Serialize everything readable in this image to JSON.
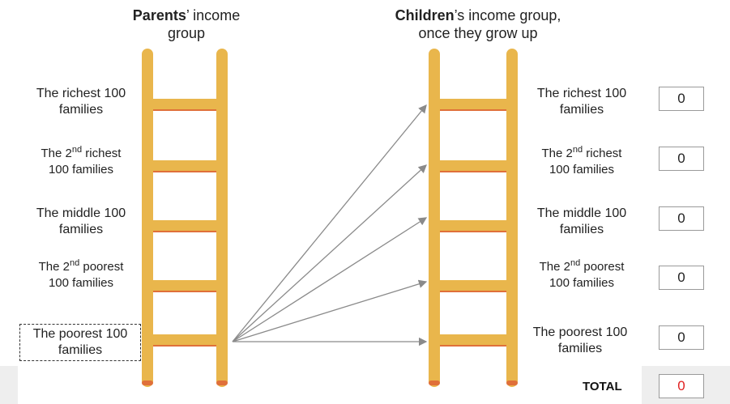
{
  "headings": {
    "parents": {
      "bold": "Parents",
      "rest": "’ income",
      "line2": "group"
    },
    "children": {
      "bold": "Children",
      "rest": "’s income group,",
      "line2": "once they grow up"
    }
  },
  "left_labels": [
    {
      "line1": "The richest 100",
      "line2": "families"
    },
    {
      "pre": "The 2",
      "sup": "nd",
      "post": " richest",
      "line2": "100 families"
    },
    {
      "line1": "The middle 100",
      "line2": "families"
    },
    {
      "pre": "The 2",
      "sup": "nd",
      "post": " poorest",
      "line2": "100 families"
    },
    {
      "line1": "The poorest 100",
      "line2": "families"
    }
  ],
  "right_labels": [
    {
      "line1": "The richest 100",
      "line2": "families",
      "value": "0"
    },
    {
      "pre": "The 2",
      "sup": "nd",
      "post": " richest",
      "line2": "100 families",
      "value": "0"
    },
    {
      "line1": "The middle 100",
      "line2": "families",
      "value": "0"
    },
    {
      "pre": "The 2",
      "sup": "nd",
      "post": " poorest",
      "line2": "100 families",
      "value": "0"
    },
    {
      "line1": "The poorest 100",
      "line2": "families",
      "value": "0"
    }
  ],
  "total": {
    "label": "TOTAL",
    "value": "0"
  },
  "colors": {
    "ladder": "#e9b64c",
    "ladder_edge": "#d9a33a",
    "rung_line": "#e0703a",
    "arrow": "#8a8a8a",
    "total_value": "#e02020"
  }
}
